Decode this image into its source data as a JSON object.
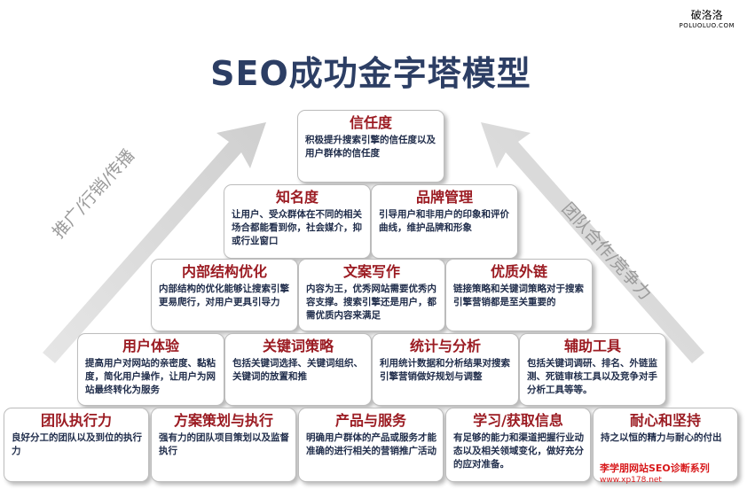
{
  "title": "SEO成功金字塔模型",
  "logo": {
    "cn": "破洛洛",
    "en": "POLUOLUO.COM"
  },
  "side_left": "推广/行销/传播",
  "side_right": "团队合作/竞争力",
  "footer": {
    "line1": "李学朋网站SEO诊断系列",
    "line2": "www.xp178.net"
  },
  "blocks": [
    {
      "title": "信任度",
      "desc": "积极提升搜索引擎的信任度以及用户群体的信任度"
    },
    {
      "title": "知名度",
      "desc": "让用户、受众群体在不同的相关场合都能看到你，社会媒介，抑或行业窗口"
    },
    {
      "title": "品牌管理",
      "desc": "引导用户和非用户的印象和评价曲线，维护品牌和形象"
    },
    {
      "title": "内部结构优化",
      "desc": "内部结构的优化能够让搜索引擎更易爬行，对用户更具引导力"
    },
    {
      "title": "文案写作",
      "desc": "内容为王，优秀网站需要优秀内容支撑。搜索引擎还是用户，都需优质内容来满足"
    },
    {
      "title": "优质外链",
      "desc": "链接策略和关键词策略对于搜索引擎营销都是至关重要的"
    },
    {
      "title": "用户体验",
      "desc": "提高用户对网站的亲密度、黏粘度，简化用户操作，让用户为网站最终转化为服务"
    },
    {
      "title": "关键词策略",
      "desc": "包括关键词选择、关键词组织、关键词的放置和推"
    },
    {
      "title": "统计与分析",
      "desc": "利用统计数据和分析结果对搜索引擎营销做好规划与调整"
    },
    {
      "title": "辅助工具",
      "desc": "包括关键词调研、排名、外链监测、死链审核工具以及竞争对手分析工具等等。"
    },
    {
      "title": "团队执行力",
      "desc": "良好分工的团队以及到位的执行力"
    },
    {
      "title": "方案策划与执行",
      "desc": "强有力的团队项目策划以及监督执行"
    },
    {
      "title": "产品与服务",
      "desc": "明确用户群体的产品或服务才能准确的进行相关的营销推广活动"
    },
    {
      "title": "学习/获取信息",
      "desc": "有足够的能力和渠道把握行业动态以及相关领域变化，做好充分的应对准备。"
    },
    {
      "title": "耐心和坚持",
      "desc": "持之以恒的精力与耐心的付出"
    }
  ]
}
